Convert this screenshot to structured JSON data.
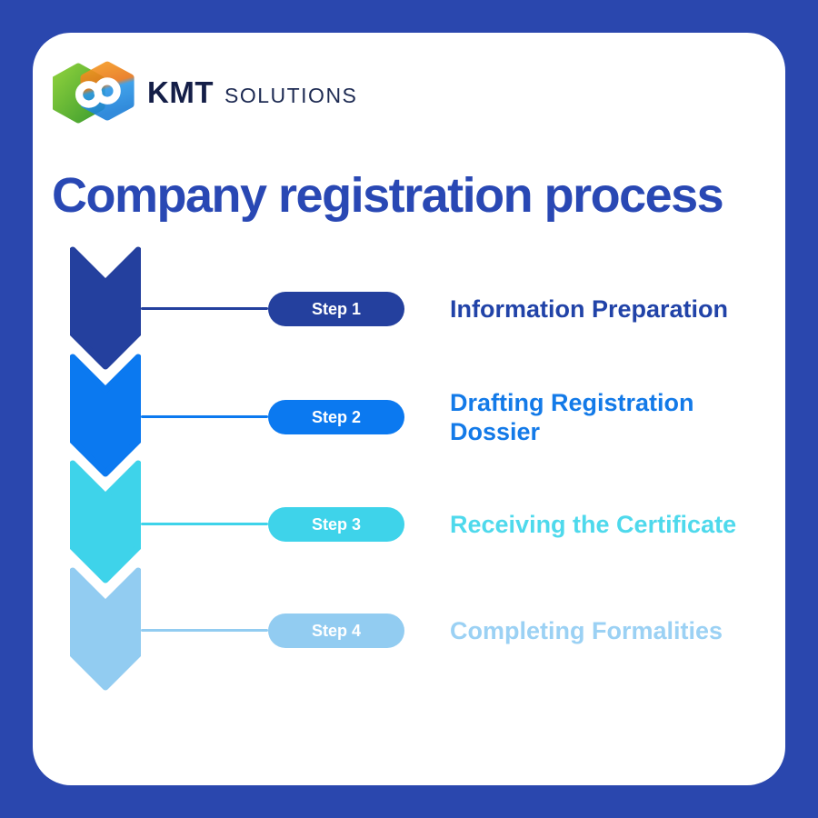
{
  "brand": {
    "name": "KMT",
    "suffix": "SOLUTIONS"
  },
  "title": "Company registration process",
  "steps": [
    {
      "pill": "Step 1",
      "label": "Information Preparation",
      "color": "#24409E",
      "text_color": "#2143A8"
    },
    {
      "pill": "Step 2",
      "label": "Drafting Registration Dossier",
      "color": "#0B79F0",
      "text_color": "#137AE8"
    },
    {
      "pill": "Step 3",
      "label": "Receiving the Certificate",
      "color": "#3ED3EA",
      "text_color": "#4ED9EC"
    },
    {
      "pill": "Step 4",
      "label": "Completing Formalities",
      "color": "#92CCF1",
      "text_color": "#9BD1F4"
    }
  ],
  "colors": {
    "frame": "#2A47AE",
    "card": "#FFFFFF",
    "title": "#2948B4"
  }
}
